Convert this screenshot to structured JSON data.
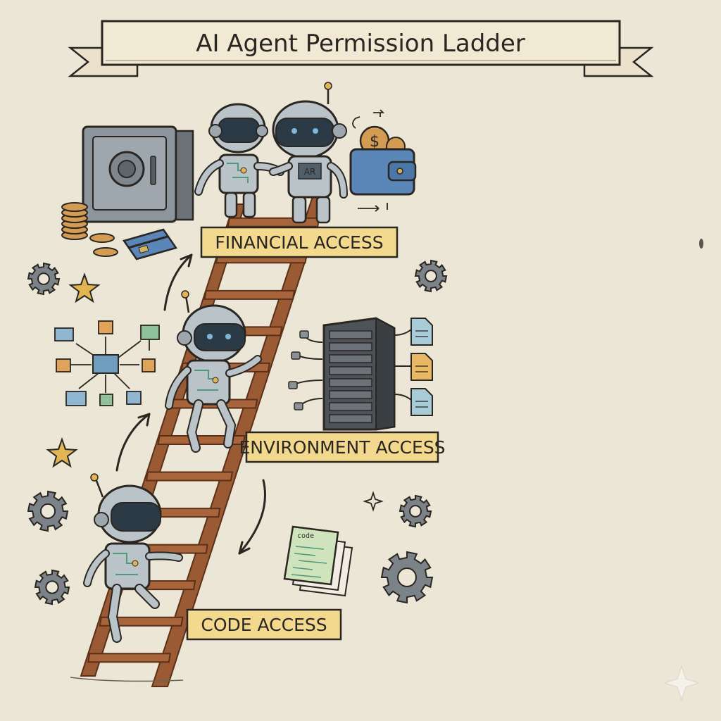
{
  "title": "AI Agent Permission Ladder",
  "levels": [
    {
      "label": "FINANCIAL ACCESS"
    },
    {
      "label": "ENVIRONMENT ACCESS"
    },
    {
      "label": "CODE ACCESS"
    }
  ],
  "badges": {
    "robot_chest": "AR",
    "coin_symbol": "$",
    "doc_title": "code"
  },
  "colors": {
    "background": "#ece6d6",
    "ladder": "#9a5a34",
    "ladder_dark": "#6e3c20",
    "label_fill": "#f3d98e",
    "robot_body": "#b9c3c8",
    "robot_visor": "#2c3a46",
    "gear": "#7b8288",
    "star": "#e2b552",
    "wallet": "#5a86b8",
    "server": "#5c6268"
  },
  "icons": [
    "safe-icon",
    "coin-stack-icon",
    "credit-card-icon",
    "wallet-icon",
    "gear-icon",
    "star-icon",
    "network-diagram-icon",
    "server-rack-icon",
    "document-icon",
    "code-document-icon",
    "arrow-icon",
    "sparkle-icon"
  ]
}
